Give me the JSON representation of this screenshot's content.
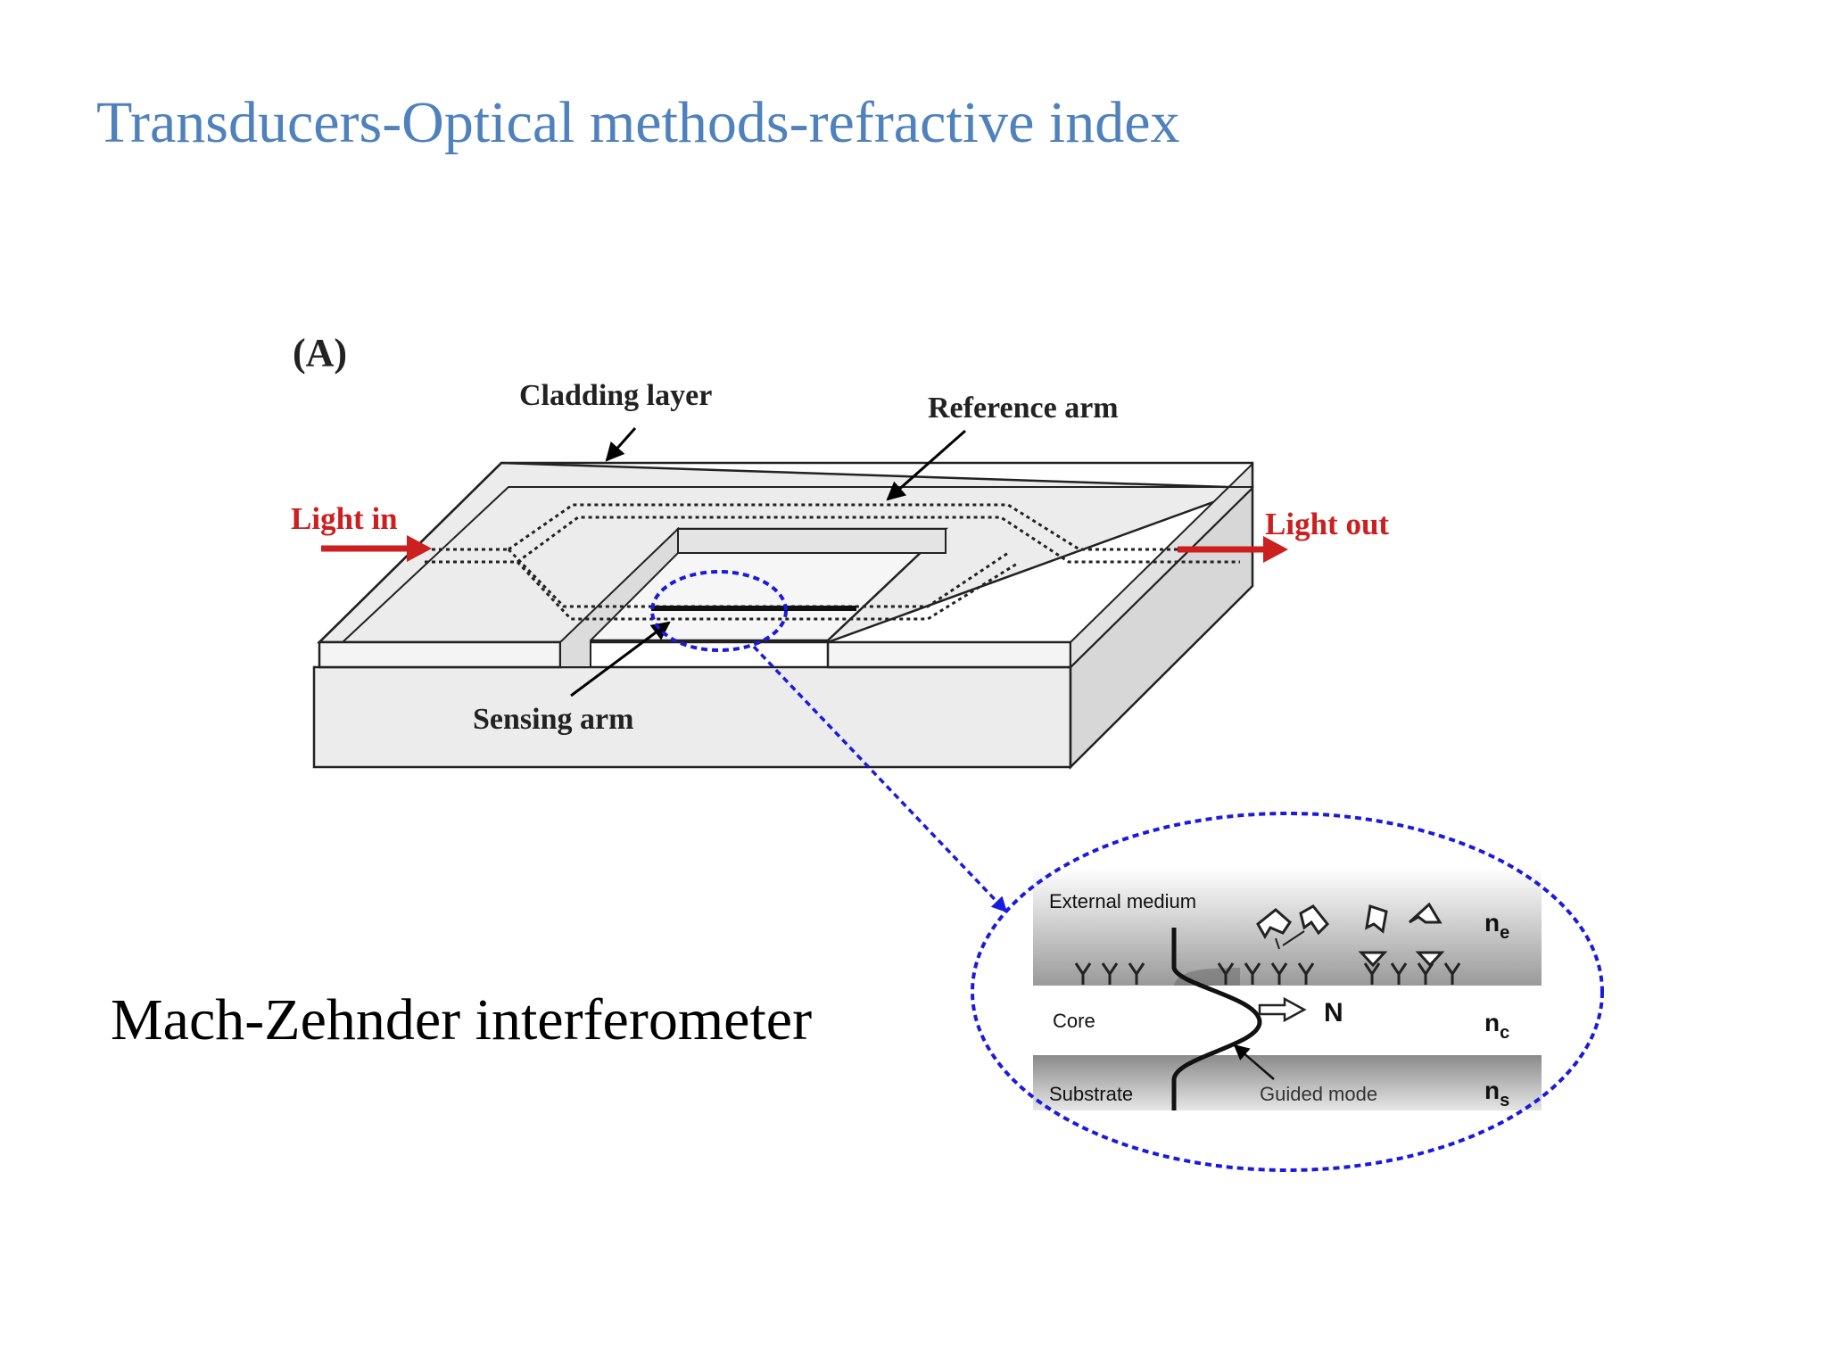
{
  "slide": {
    "title": "Transducers-Optical methods-refractive index",
    "caption": "Mach-Zehnder interferometer"
  },
  "diagram": {
    "panel_label": "(A)",
    "labels": {
      "cladding_layer": "Cladding layer",
      "reference_arm": "Reference arm",
      "sensing_arm": "Sensing arm",
      "light_in": "Light in",
      "light_out": "Light out"
    },
    "inset": {
      "external_medium": "External medium",
      "core": "Core",
      "substrate": "Substrate",
      "guided_mode": "Guided mode",
      "n_label": "N",
      "n_e": "n",
      "n_e_sub": "e",
      "n_c": "n",
      "n_c_sub": "c",
      "n_s": "n",
      "n_s_sub": "s"
    },
    "colors": {
      "title": "#4f81bd",
      "light_arrow": "#cc1f1f",
      "callout": "#1a1adf"
    }
  }
}
